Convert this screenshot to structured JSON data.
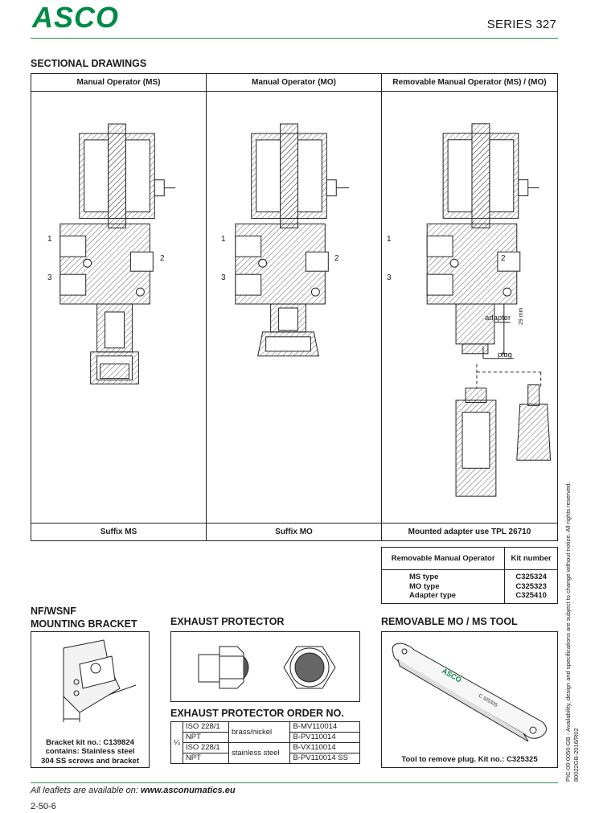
{
  "header": {
    "logo_text": "ASCO",
    "series": "SERIES 327"
  },
  "sectional": {
    "title": "SECTIONAL DRAWINGS",
    "columns": [
      {
        "head": "Manual Operator (MS)",
        "foot": "Suffix MS"
      },
      {
        "head": "Manual Operator (MO)",
        "foot": "Suffix MO"
      },
      {
        "head": "Removable Manual Operator (MS) / (MO)",
        "foot": "Mounted adapter use TPL 26710"
      }
    ],
    "port_labels": [
      "1",
      "2",
      "3"
    ],
    "callouts": {
      "adapter": "adapter",
      "plug": "plug",
      "dimension": "29 mm"
    }
  },
  "kit_table": {
    "headers": [
      "Removable Manual Operator",
      "Kit number"
    ],
    "rows": [
      {
        "type": "MS type",
        "kit": "C325324"
      },
      {
        "type": "MO type",
        "kit": "C325323"
      },
      {
        "type": "Adapter type",
        "kit": "C325410"
      }
    ]
  },
  "bracket": {
    "title_line1": "NF/WSNF",
    "title_line2": "MOUNTING BRACKET",
    "caption_line1": "Bracket kit no.: C139824",
    "caption_line2": "contains: Stainless steel",
    "caption_line3": "304 SS screws and bracket"
  },
  "exhaust": {
    "title": "EXHAUST PROTECTOR",
    "order_title": "EXHAUST PROTECTOR ORDER NO.",
    "size": "¼",
    "rows": [
      {
        "thread": "ISO 228/1",
        "material": "brass/nickel",
        "order": "B-MV110014"
      },
      {
        "thread": "NPT",
        "material": "",
        "order": "B-PV110014"
      },
      {
        "thread": "ISO 228/1",
        "material": "stainless steel",
        "order": "B-VX110014"
      },
      {
        "thread": "NPT",
        "material": "",
        "order": "B-PV110014 SS"
      }
    ]
  },
  "tool": {
    "title": "REMOVABLE MO / MS TOOL",
    "caption": "Tool to remove plug. Kit no.: C325325",
    "engraving": "C 325325"
  },
  "footer": {
    "prefix": "All leaflets are available on: ",
    "url": "www.asconumatics.eu",
    "page": "2-50-6",
    "side_line1": "PIC-00-0050-GB - Availability, design and specifications are subject to change without notice. All rights reserved.",
    "side_line2": "80022GB-2016/R02"
  },
  "colors": {
    "brand_green": "#008a45",
    "rule_green": "#2e8b57"
  }
}
